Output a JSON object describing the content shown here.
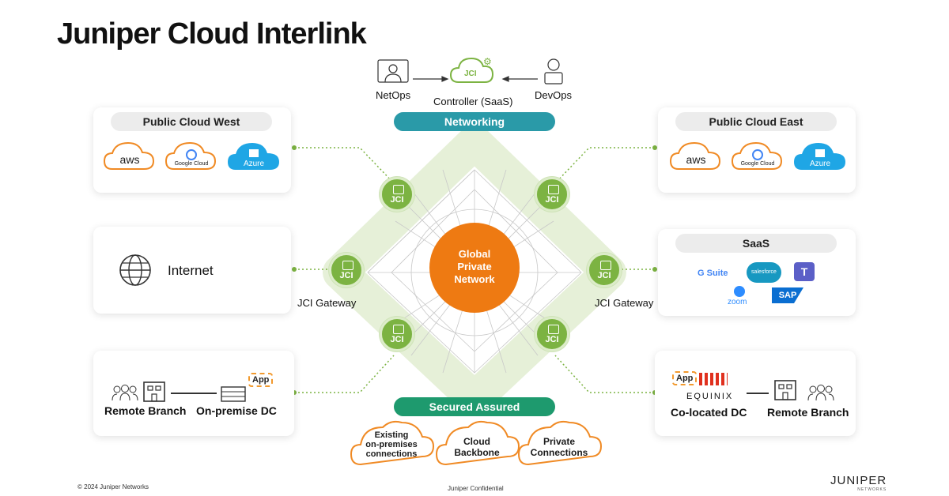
{
  "title": "Juniper Cloud Interlink",
  "top": {
    "netops": "NetOps",
    "controller_icon": "JCI",
    "controller": "Controller (SaaS)",
    "devops": "DevOps"
  },
  "networking_label": "Networking",
  "secured_label": "Secured Assured",
  "center": {
    "line1": "Global",
    "line2": "Private",
    "line3": "Network"
  },
  "jci_node_label": "JCI",
  "gateway_left": "JCI Gateway",
  "gateway_right": "JCI Gateway",
  "left_cards": {
    "cloud_west": {
      "title": "Public Cloud West",
      "aws": "aws",
      "google": "Google Cloud",
      "azure": "Azure"
    },
    "internet": {
      "label": "Internet"
    },
    "branch": {
      "remote_branch": "Remote Branch",
      "onprem": "On-premise DC",
      "app": "App"
    }
  },
  "right_cards": {
    "cloud_east": {
      "title": "Public Cloud East",
      "aws": "aws",
      "google": "Google Cloud",
      "azure": "Azure"
    },
    "saas": {
      "title": "SaaS",
      "gsuite": "G Suite",
      "salesforce": "salesforce",
      "zoom": "zoom",
      "sap": "SAP"
    },
    "colo": {
      "app": "App",
      "equinix": "EQUINIX",
      "colo_dc": "Co-located DC",
      "remote_branch": "Remote Branch"
    }
  },
  "bottom_clouds": [
    {
      "line1": "Existing",
      "line2": "on-premises",
      "line3": "connections"
    },
    {
      "line1": "Cloud",
      "line2": "Backbone"
    },
    {
      "line1": "Private",
      "line2": "Connections"
    }
  ],
  "footer": {
    "copyright": "© 2024 Juniper Networks",
    "confidential": "Juniper Confidential",
    "logo": "JUNIPER",
    "logo_sub": "NETWORKS"
  },
  "colors": {
    "teal": "#2a9aa8",
    "green": "#1e9a6e",
    "orange": "#ee7a12",
    "jci_green": "#7cb342",
    "diamond": "#e6f0d8",
    "cloud_orange": "#f08a24",
    "azure_blue": "#1fa6e5"
  },
  "icons": [
    "desktop-user-icon",
    "devops-user-icon",
    "globe-icon",
    "people-icon",
    "building-icon",
    "datacenter-icon",
    "gear-icon"
  ]
}
